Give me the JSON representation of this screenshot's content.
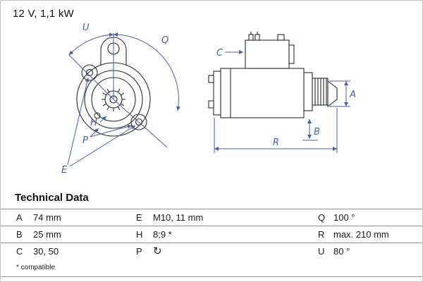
{
  "header": {
    "title": "12 V, 1,1 kW"
  },
  "drawing": {
    "dimension_color": "#4a5ea8",
    "line_color": "#2a2a2a",
    "front_view": {
      "labels": {
        "U": "U",
        "Q": "Q",
        "H": "H",
        "P": "P",
        "E": "E"
      }
    },
    "side_view": {
      "labels": {
        "C": "C",
        "A": "A",
        "B": "B",
        "R": "R"
      }
    }
  },
  "table": {
    "title": "Technical Data",
    "rows": [
      {
        "c0k": "A",
        "c0v": "74 mm",
        "c1k": "E",
        "c1v": "M10, 11 mm",
        "c2k": "Q",
        "c2v": "100 °"
      },
      {
        "c0k": "B",
        "c0v": "25 mm",
        "c1k": "H",
        "c1v": "8;9 *",
        "c2k": "R",
        "c2v": "max. 210 mm"
      },
      {
        "c0k": "C",
        "c0v": "30, 50",
        "c1k": "P",
        "c1v": "↻",
        "c2k": "U",
        "c2v": "80 °"
      }
    ],
    "footnote": "* compatible"
  }
}
